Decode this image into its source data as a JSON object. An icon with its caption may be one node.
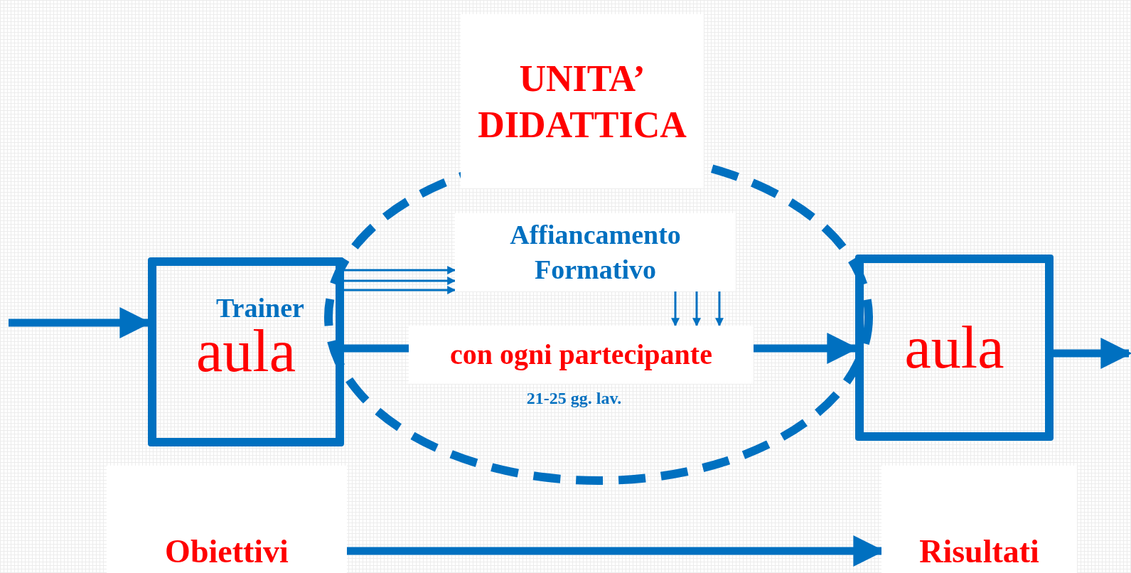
{
  "diagram": {
    "nodes": [
      {
        "text": [
          "UNITA’ DIDATTICA"
        ]
      },
      {
        "text": [
          "Trainer",
          "aula"
        ]
      },
      {
        "text": [
          "Affiancamento Formativo"
        ],
        "in": 0
      },
      {
        "text": [
          "con ogni partecipante"
        ],
        "in": 0,
        "beside": [
          "21-25 gg. lav."
        ]
      },
      {
        "text": [
          "aula"
        ]
      },
      {
        "text": [
          "Obiettivi"
        ]
      },
      {
        "text": [
          "Risultati"
        ]
      }
    ],
    "edges": [
      {
        "from": null,
        "to": 1,
        "arrow": "to",
        "style": "thick"
      },
      {
        "from": 1,
        "to": 2,
        "arrow": "to"
      },
      {
        "from": 1,
        "to": 2,
        "arrow": "to"
      },
      {
        "from": 1,
        "to": 2,
        "arrow": "to"
      },
      {
        "from": 2,
        "to": 3,
        "arrow": "to"
      },
      {
        "from": 2,
        "to": 3,
        "arrow": "to"
      },
      {
        "from": 2,
        "to": 3,
        "arrow": "to"
      },
      {
        "from": 1,
        "to": 3,
        "arrow": "none",
        "style": "thick"
      },
      {
        "from": 3,
        "to": 4,
        "arrow": "to",
        "style": "thick"
      },
      {
        "from": 4,
        "to": null,
        "arrow": "to",
        "style": "thick"
      },
      {
        "from": 5,
        "to": 6,
        "arrow": "to",
        "style": "thick"
      }
    ]
  }
}
